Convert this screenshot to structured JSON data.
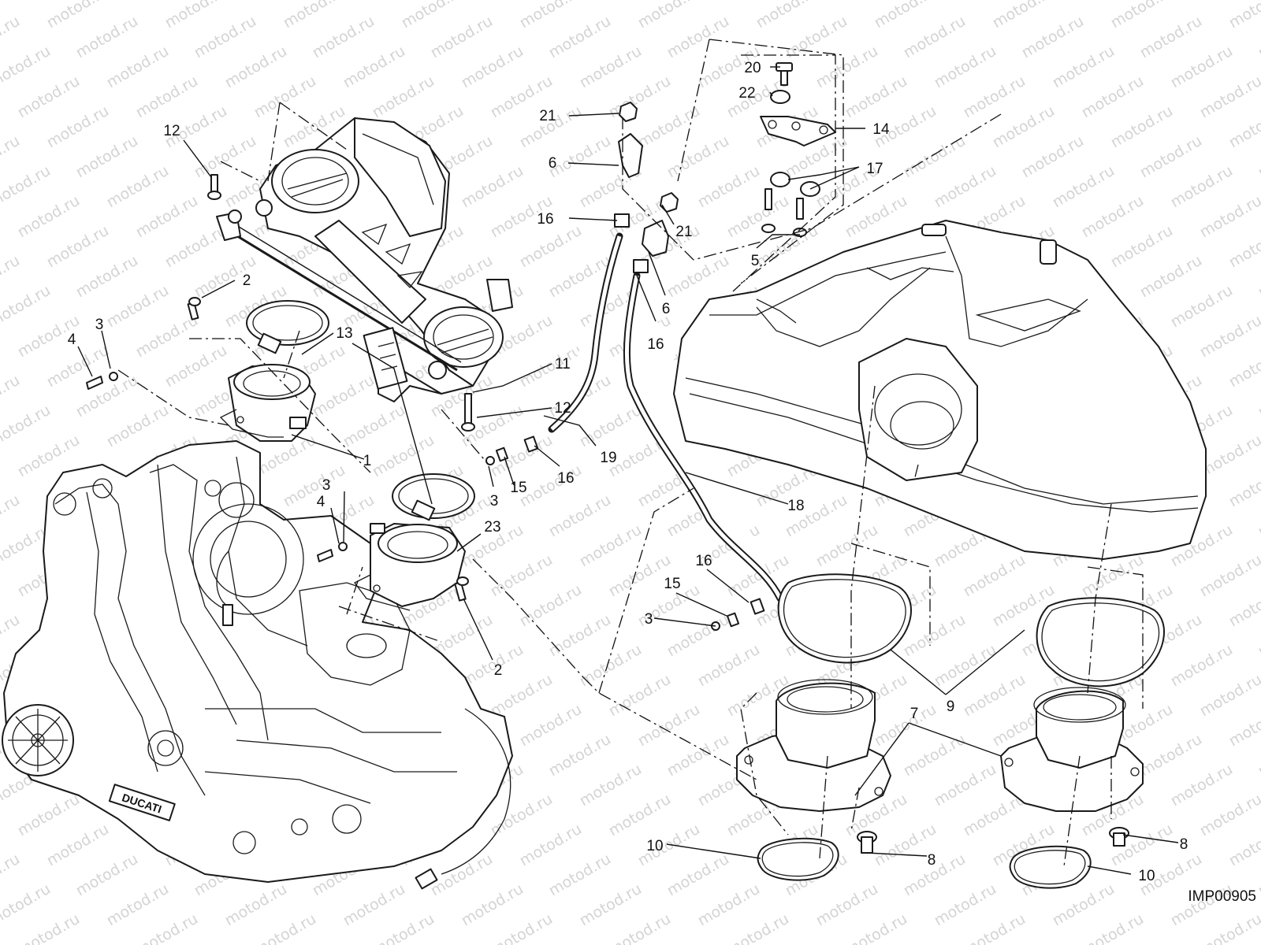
{
  "watermark": "motod.ru",
  "figure_code": "IMP00905",
  "callouts": {
    "c1": "1",
    "c2a": "2",
    "c2b": "2",
    "c3a": "3",
    "c3b": "3",
    "c3c": "3",
    "c3d": "3",
    "c4a": "4",
    "c4b": "4",
    "c5": "5",
    "c6a": "6",
    "c6b": "6",
    "c7": "7",
    "c8a": "8",
    "c8b": "8",
    "c9": "9",
    "c10a": "10",
    "c10b": "10",
    "c11": "11",
    "c12a": "12",
    "c12b": "12",
    "c13": "13",
    "c14": "14",
    "c15a": "15",
    "c15b": "15",
    "c16a": "16",
    "c16b": "16",
    "c16c": "16",
    "c16d": "16",
    "c17": "17",
    "c18": "18",
    "c19": "19",
    "c20": "20",
    "c21a": "21",
    "c21b": "21",
    "c22": "22",
    "c23": "23"
  },
  "engine_logo_text": "DUCATI"
}
